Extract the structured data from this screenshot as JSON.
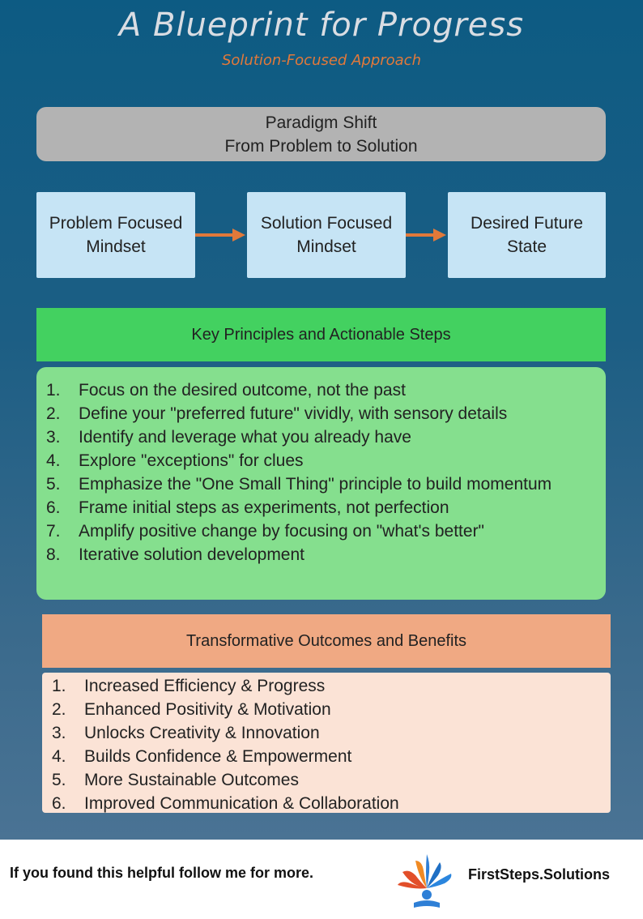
{
  "header": {
    "title": "A Blueprint for Progress",
    "subtitle": "Solution-Focused Approach"
  },
  "paradigm": {
    "line1": "Paradigm Shift",
    "line2": "From Problem to Solution"
  },
  "flow": [
    {
      "label": "Problem Focused Mindset"
    },
    {
      "label": "Solution Focused Mindset"
    },
    {
      "label": "Desired Future State"
    }
  ],
  "principles": {
    "heading": "Key Principles and Actionable Steps",
    "items": [
      {
        "num": "1.",
        "text": "Focus on the desired outcome, not the past"
      },
      {
        "num": "2.",
        "text": "Define your \"preferred future\" vividly, with sensory details"
      },
      {
        "num": "3.",
        "text": "Identify and leverage what you already have"
      },
      {
        "num": "4.",
        "text": "Explore \"exceptions\" for clues"
      },
      {
        "num": "5.",
        "text": "Emphasize the \"One Small Thing\" principle to build momentum"
      },
      {
        "num": "6.",
        "text": "Frame initial steps as experiments, not perfection"
      },
      {
        "num": "7.",
        "text": "Amplify positive change by focusing on \"what's better\""
      },
      {
        "num": "8.",
        "text": "Iterative solution development"
      }
    ]
  },
  "outcomes": {
    "heading": "Transformative Outcomes and Benefits",
    "items": [
      {
        "num": "1.",
        "text": "Increased Efficiency & Progress"
      },
      {
        "num": "2.",
        "text": "Enhanced Positivity & Motivation"
      },
      {
        "num": "3.",
        "text": "Unlocks Creativity & Innovation"
      },
      {
        "num": "4.",
        "text": "Builds Confidence & Empowerment"
      },
      {
        "num": "5.",
        "text": "More Sustainable Outcomes"
      },
      {
        "num": "6.",
        "text": "Improved Communication & Collaboration"
      }
    ]
  },
  "footer": {
    "cta": "If you found this helpful follow me for more.",
    "brand": "FirstSteps.Solutions",
    "logo_icon": "firststeps-logo-icon"
  },
  "colors": {
    "accent_arrow": "#e2793a",
    "green_heading": "#43d160",
    "green_list": "#85df8e",
    "orange_heading": "#f0a983",
    "peach_list": "#fbe3d6",
    "stage_box": "#c6e4f5"
  }
}
